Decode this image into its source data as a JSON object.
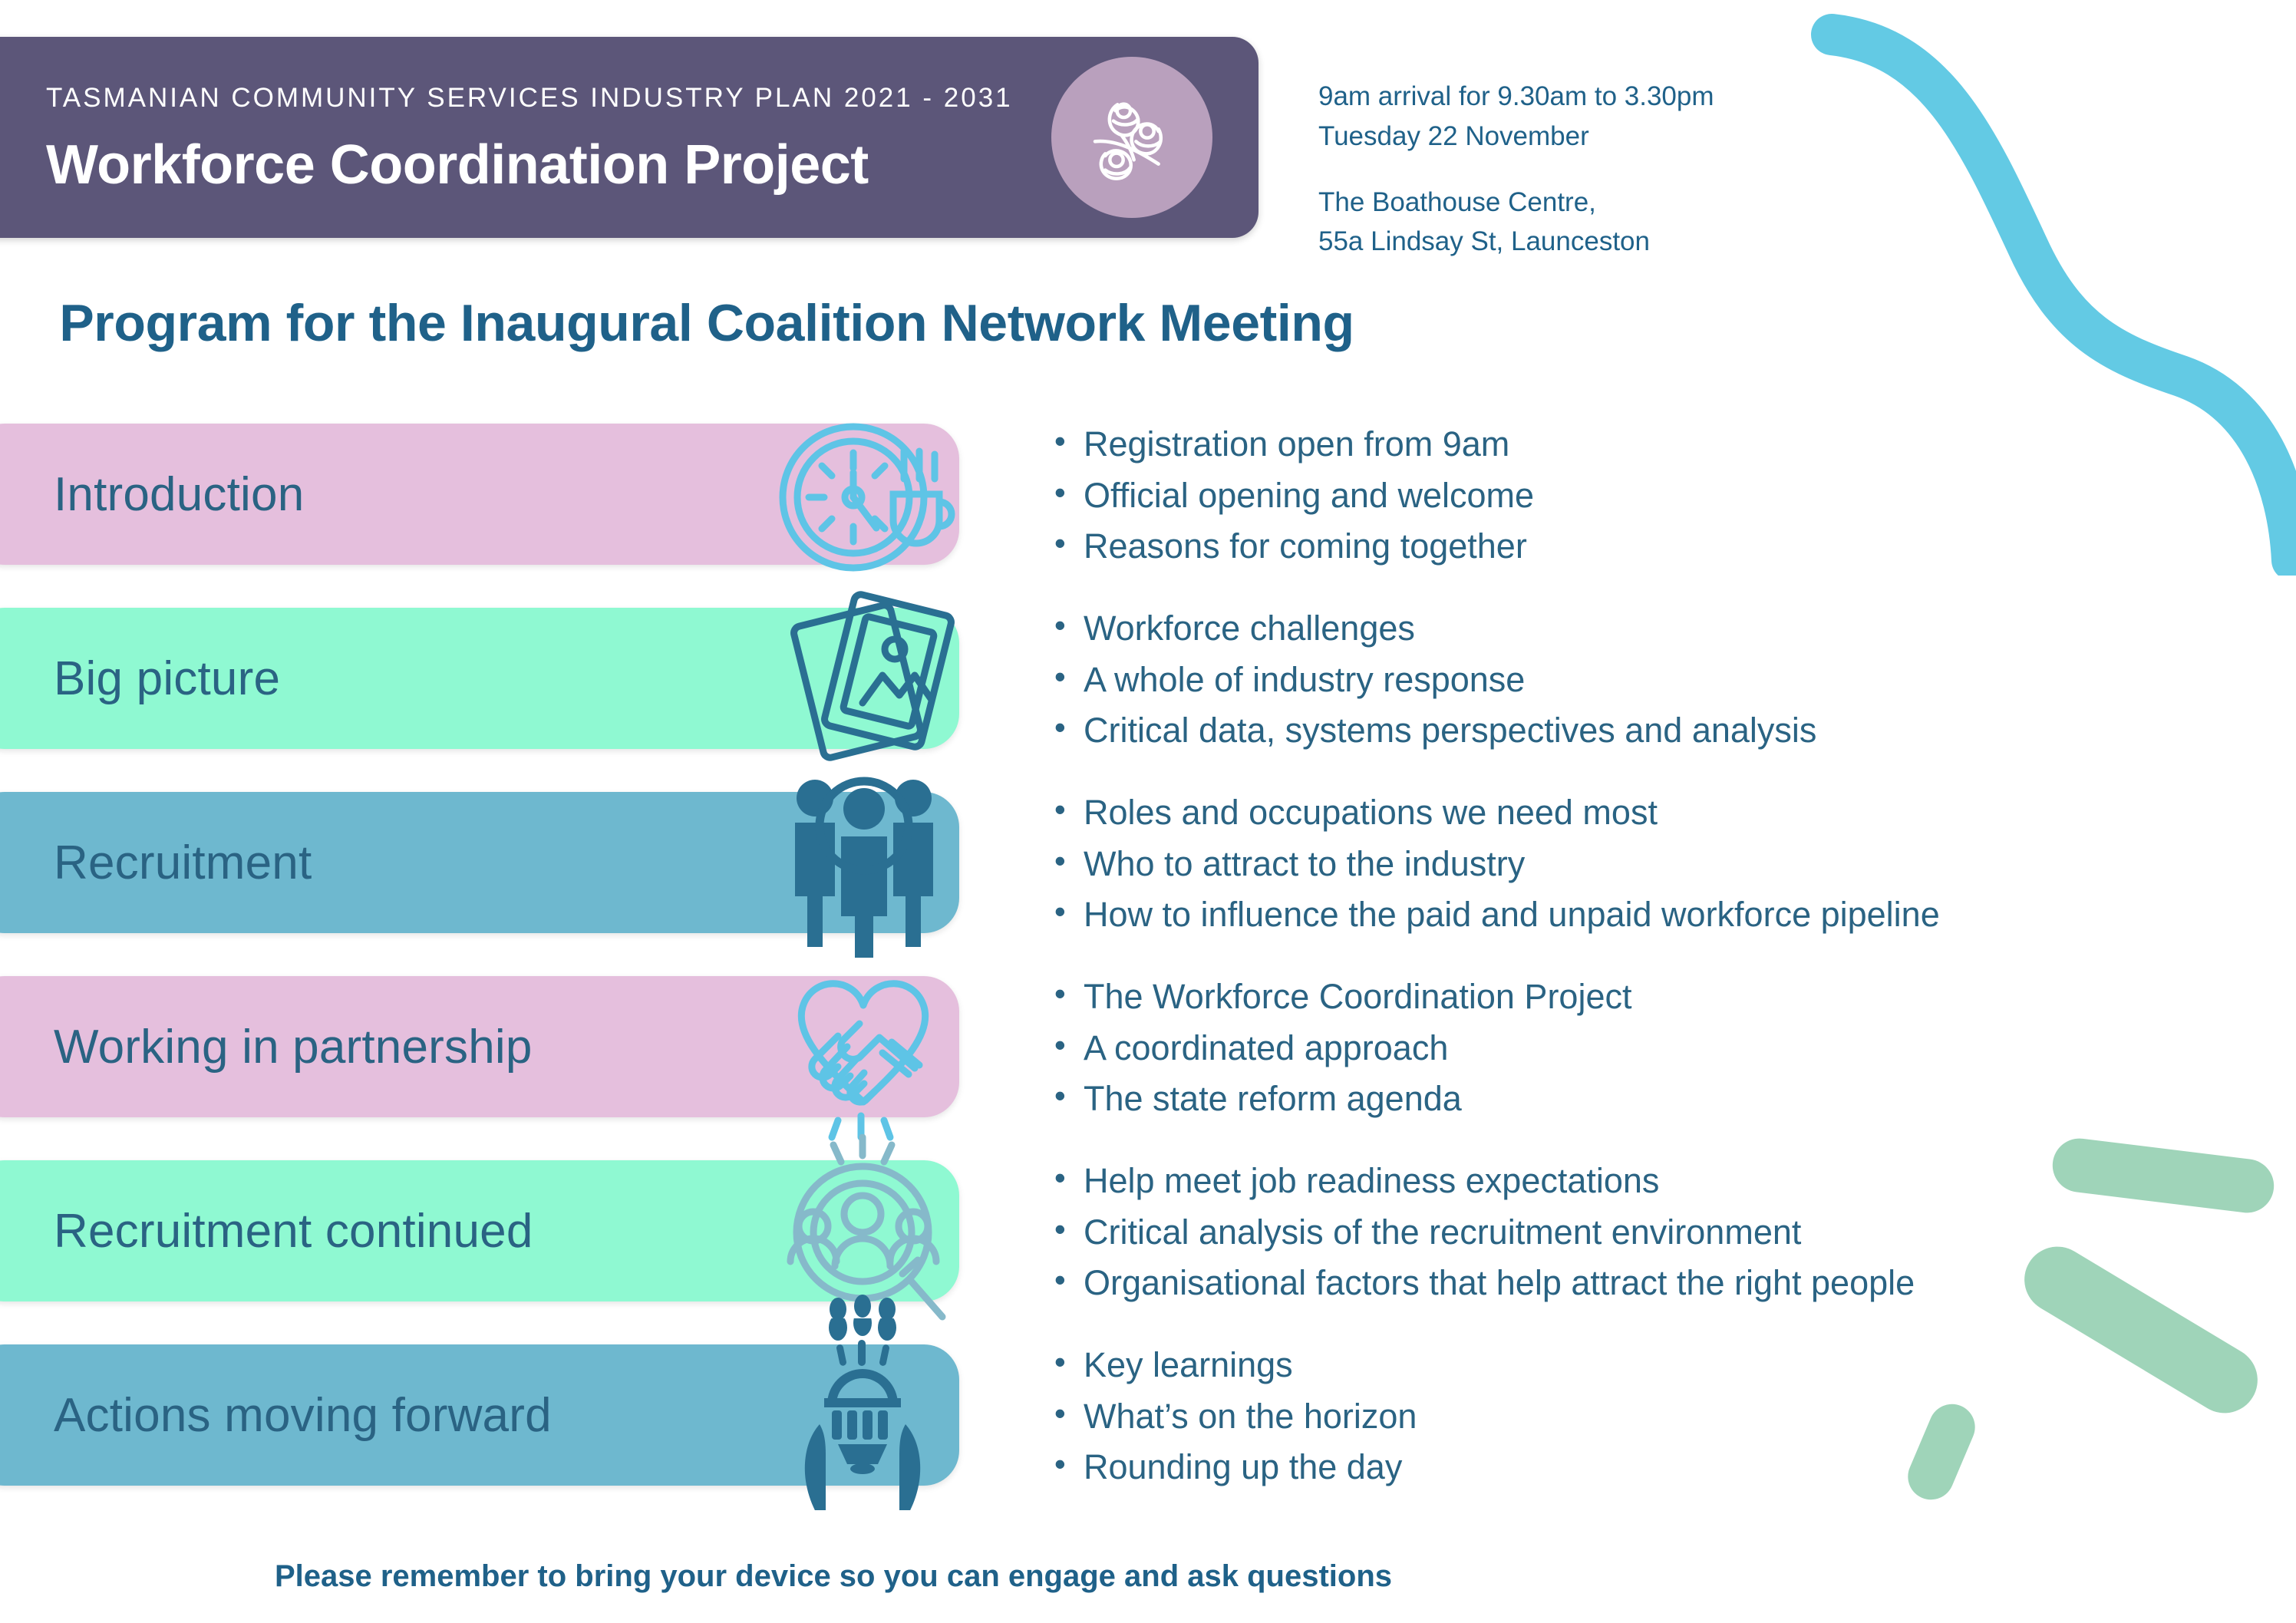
{
  "header": {
    "eyebrow": "TASMANIAN COMMUNITY SERVICES INDUSTRY PLAN 2021 - 2031",
    "title": "Workforce Coordination Project",
    "logo_name": "workforce-coalition-logo",
    "bar_color": "#5c5679",
    "logo_circle_color": "#b9a0bd"
  },
  "event": {
    "time_line": "9am arrival for 9.30am to 3.30pm",
    "date_line": "Tuesday 22 November",
    "venue_line": "The Boathouse Centre,",
    "address_line": "55a Lindsay St, Launceston"
  },
  "program": {
    "title": "Program for the Inaugural Coalition Network Meeting",
    "footer_note": "Please remember to bring your device so you can engage and ask questions"
  },
  "colors": {
    "pink": "#e5bfdd",
    "mint": "#8ff9d2",
    "teal": "#6eb8cf",
    "text_blue": "#2a6383",
    "heading_blue": "#1f6189",
    "icon_light_blue": "#5ec4e6",
    "icon_dark_blue": "#2a6f92",
    "icon_muted_blue": "#86b9ca",
    "deco_blue": "#63cae4",
    "deco_green": "#9fd4b9"
  },
  "sections": [
    {
      "label": "Introduction",
      "bar_color": "#e5bfdd",
      "icon": "clock-coffee-icon",
      "bullets": [
        "Registration open from 9am",
        "Official opening and welcome",
        "Reasons for coming together"
      ]
    },
    {
      "label": "Big picture",
      "bar_color": "#8ff9d2",
      "icon": "photos-picture-icon",
      "bullets": [
        "Workforce challenges",
        "A whole of industry response",
        "Critical data, systems perspectives and analysis"
      ]
    },
    {
      "label": "Recruitment",
      "bar_color": "#6eb8cf",
      "icon": "people-magnifier-icon",
      "bullets": [
        "Roles and occupations we need most",
        "Who to attract to the industry",
        "How to influence the paid and unpaid workforce pipeline"
      ]
    },
    {
      "label": "Working in partnership",
      "bar_color": "#e5bfdd",
      "icon": "handshake-heart-icon",
      "bullets": [
        "The Workforce Coordination Project",
        "A coordinated approach",
        "The state reform agenda"
      ]
    },
    {
      "label": "Recruitment continued",
      "bar_color": "#8ff9d2",
      "icon": "magnifier-group-target-icon",
      "bullets": [
        "Help meet job readiness expectations",
        "Critical analysis of the recruitment environment",
        "Organisational factors that help attract the right people"
      ]
    },
    {
      "label": "Actions moving forward",
      "bar_color": "#6eb8cf",
      "icon": "hands-holding-globe-icon",
      "bullets": [
        "Key learnings",
        "What’s on the horizon",
        "Rounding up the day"
      ]
    }
  ]
}
